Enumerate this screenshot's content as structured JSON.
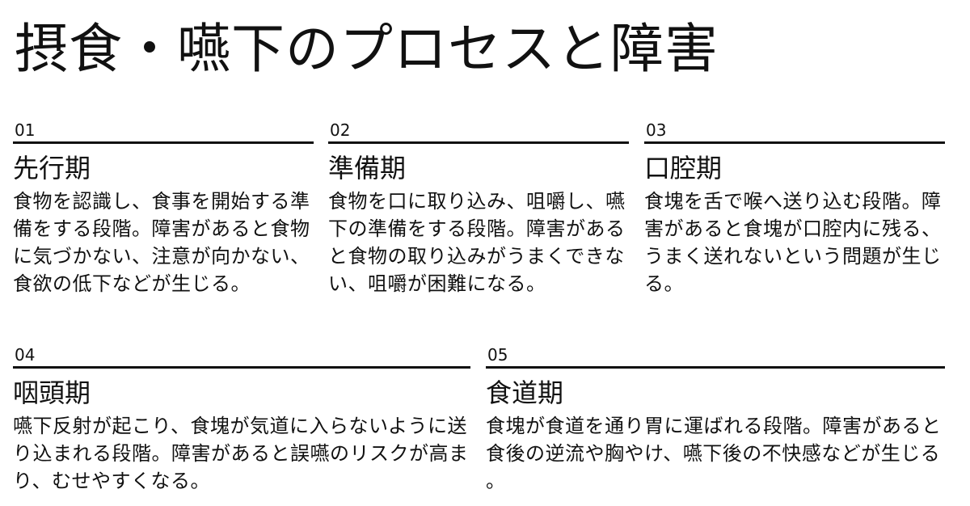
{
  "title": "摂食・嚥下のプロセスと障害",
  "steps": [
    {
      "number": "01",
      "name": "先行期",
      "description": "食物を認識し、食事を開始する準備をする段階。障害があると食物に気づかない、注意が向かない、食欲の低下などが生じる。"
    },
    {
      "number": "02",
      "name": "準備期",
      "description": "食物を口に取り込み、咀嚼し、嚥下の準備をする段階。障害があると食物の取り込みがうまくできない、咀嚼が困難になる。"
    },
    {
      "number": "03",
      "name": "口腔期",
      "description": "食塊を舌で喉へ送り込む段階。障害があると食塊が口腔内に残る、うまく送れないという問題が生じる。"
    },
    {
      "number": "04",
      "name": "咽頭期",
      "description": "嚥下反射が起こり、食塊が気道に入らないように送り込まれる段階。障害があると誤嚥のリスクが高まり、むせやすくなる。"
    },
    {
      "number": "05",
      "name": "食道期",
      "description": "食塊が食道を通り胃に運ばれる段階。障害があると食後の逆流や胸やけ、嚥下後の不快感などが生じる。"
    }
  ]
}
